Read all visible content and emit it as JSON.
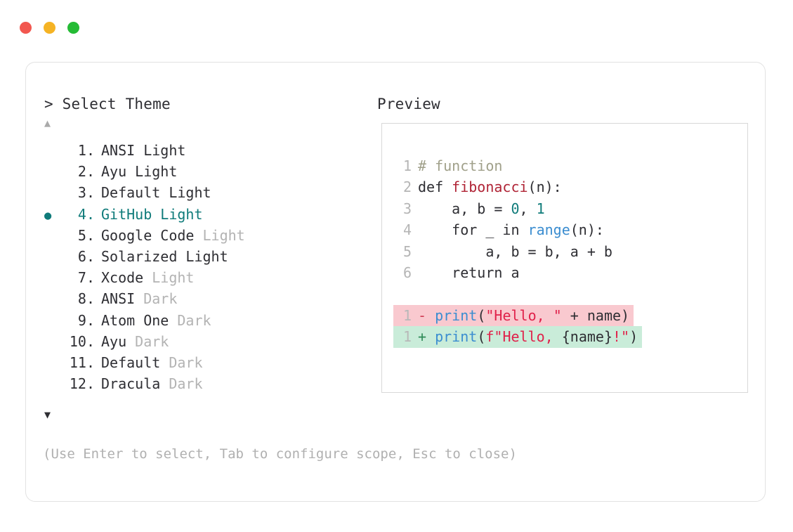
{
  "window": {
    "traffic_lights": [
      {
        "name": "close-dot",
        "color": "#f2574f"
      },
      {
        "name": "minimize-dot",
        "color": "#f5b324"
      },
      {
        "name": "maximize-dot",
        "color": "#25bb35"
      }
    ]
  },
  "prompt": {
    "left_heading": "> Select Theme",
    "right_heading": "Preview",
    "scroll_up_glyph": "▲",
    "scroll_down_glyph": "▼",
    "hint": "(Use Enter to select, Tab to configure scope, Esc to close)",
    "selected_index": 4,
    "selected_bullet_glyph": "●",
    "accent_color": "#0f7b7a",
    "muted_color": "#b3b3b3"
  },
  "themes": [
    {
      "index": " 1.",
      "name": "ANSI Light",
      "variant": "",
      "variant_muted": false,
      "selected": false
    },
    {
      "index": " 2.",
      "name": "Ayu Light",
      "variant": "",
      "variant_muted": false,
      "selected": false
    },
    {
      "index": " 3.",
      "name": "Default Light",
      "variant": "",
      "variant_muted": false,
      "selected": false
    },
    {
      "index": " 4.",
      "name": "GitHub",
      "variant": "Light",
      "variant_muted": false,
      "selected": true
    },
    {
      "index": " 5.",
      "name": "Google Code",
      "variant": "Light",
      "variant_muted": true,
      "selected": false
    },
    {
      "index": " 6.",
      "name": "Solarized Light",
      "variant": "",
      "variant_muted": false,
      "selected": false
    },
    {
      "index": " 7.",
      "name": "Xcode",
      "variant": "Light",
      "variant_muted": true,
      "selected": false
    },
    {
      "index": " 8.",
      "name": "ANSI",
      "variant": "Dark",
      "variant_muted": true,
      "selected": false
    },
    {
      "index": " 9.",
      "name": "Atom One",
      "variant": "Dark",
      "variant_muted": true,
      "selected": false
    },
    {
      "index": "10.",
      "name": "Ayu",
      "variant": "Dark",
      "variant_muted": true,
      "selected": false
    },
    {
      "index": "11.",
      "name": "Default",
      "variant": "Dark",
      "variant_muted": true,
      "selected": false
    },
    {
      "index": "12.",
      "name": "Dracula",
      "variant": "Dark",
      "variant_muted": true,
      "selected": false
    }
  ],
  "preview": {
    "code_lines": [
      {
        "ln": "1",
        "tokens": [
          {
            "t": "# function",
            "c": "comment"
          }
        ]
      },
      {
        "ln": "2",
        "tokens": [
          {
            "t": "def ",
            "c": "plain"
          },
          {
            "t": "fibonacci",
            "c": "func"
          },
          {
            "t": "(n):",
            "c": "plain"
          }
        ]
      },
      {
        "ln": "3",
        "tokens": [
          {
            "t": "    a, b = ",
            "c": "plain"
          },
          {
            "t": "0",
            "c": "num"
          },
          {
            "t": ", ",
            "c": "plain"
          },
          {
            "t": "1",
            "c": "num"
          }
        ]
      },
      {
        "ln": "4",
        "tokens": [
          {
            "t": "    for _ in ",
            "c": "plain"
          },
          {
            "t": "range",
            "c": "builtin"
          },
          {
            "t": "(n):",
            "c": "plain"
          }
        ]
      },
      {
        "ln": "5",
        "tokens": [
          {
            "t": "        a, b = b, a + b",
            "c": "plain"
          }
        ]
      },
      {
        "ln": "6",
        "tokens": [
          {
            "t": "    return a",
            "c": "plain"
          }
        ]
      }
    ],
    "diff_lines": [
      {
        "ln": "1",
        "kind": "del",
        "marker": "-",
        "bg": "#f9c9cf",
        "tokens": [
          {
            "t": "print",
            "c": "builtin"
          },
          {
            "t": "(",
            "c": "plain"
          },
          {
            "t": "\"Hello, \"",
            "c": "string"
          },
          {
            "t": " + name)",
            "c": "plain"
          }
        ]
      },
      {
        "ln": "1",
        "kind": "add",
        "marker": "+",
        "bg": "#c9ecd9",
        "tokens": [
          {
            "t": "print",
            "c": "builtin"
          },
          {
            "t": "(",
            "c": "plain"
          },
          {
            "t": "f\"Hello, ",
            "c": "string"
          },
          {
            "t": "{name}",
            "c": "plain"
          },
          {
            "t": "!\"",
            "c": "string"
          },
          {
            "t": ")",
            "c": "plain"
          }
        ]
      }
    ],
    "syntax_colors": {
      "comment": "#a0a08a",
      "function": "#b02436",
      "number": "#0f7b7a",
      "builtin": "#3b8dd0",
      "string": "#e0214a",
      "plain": "#2e2e33",
      "line_number": "#b5b5b5"
    }
  }
}
